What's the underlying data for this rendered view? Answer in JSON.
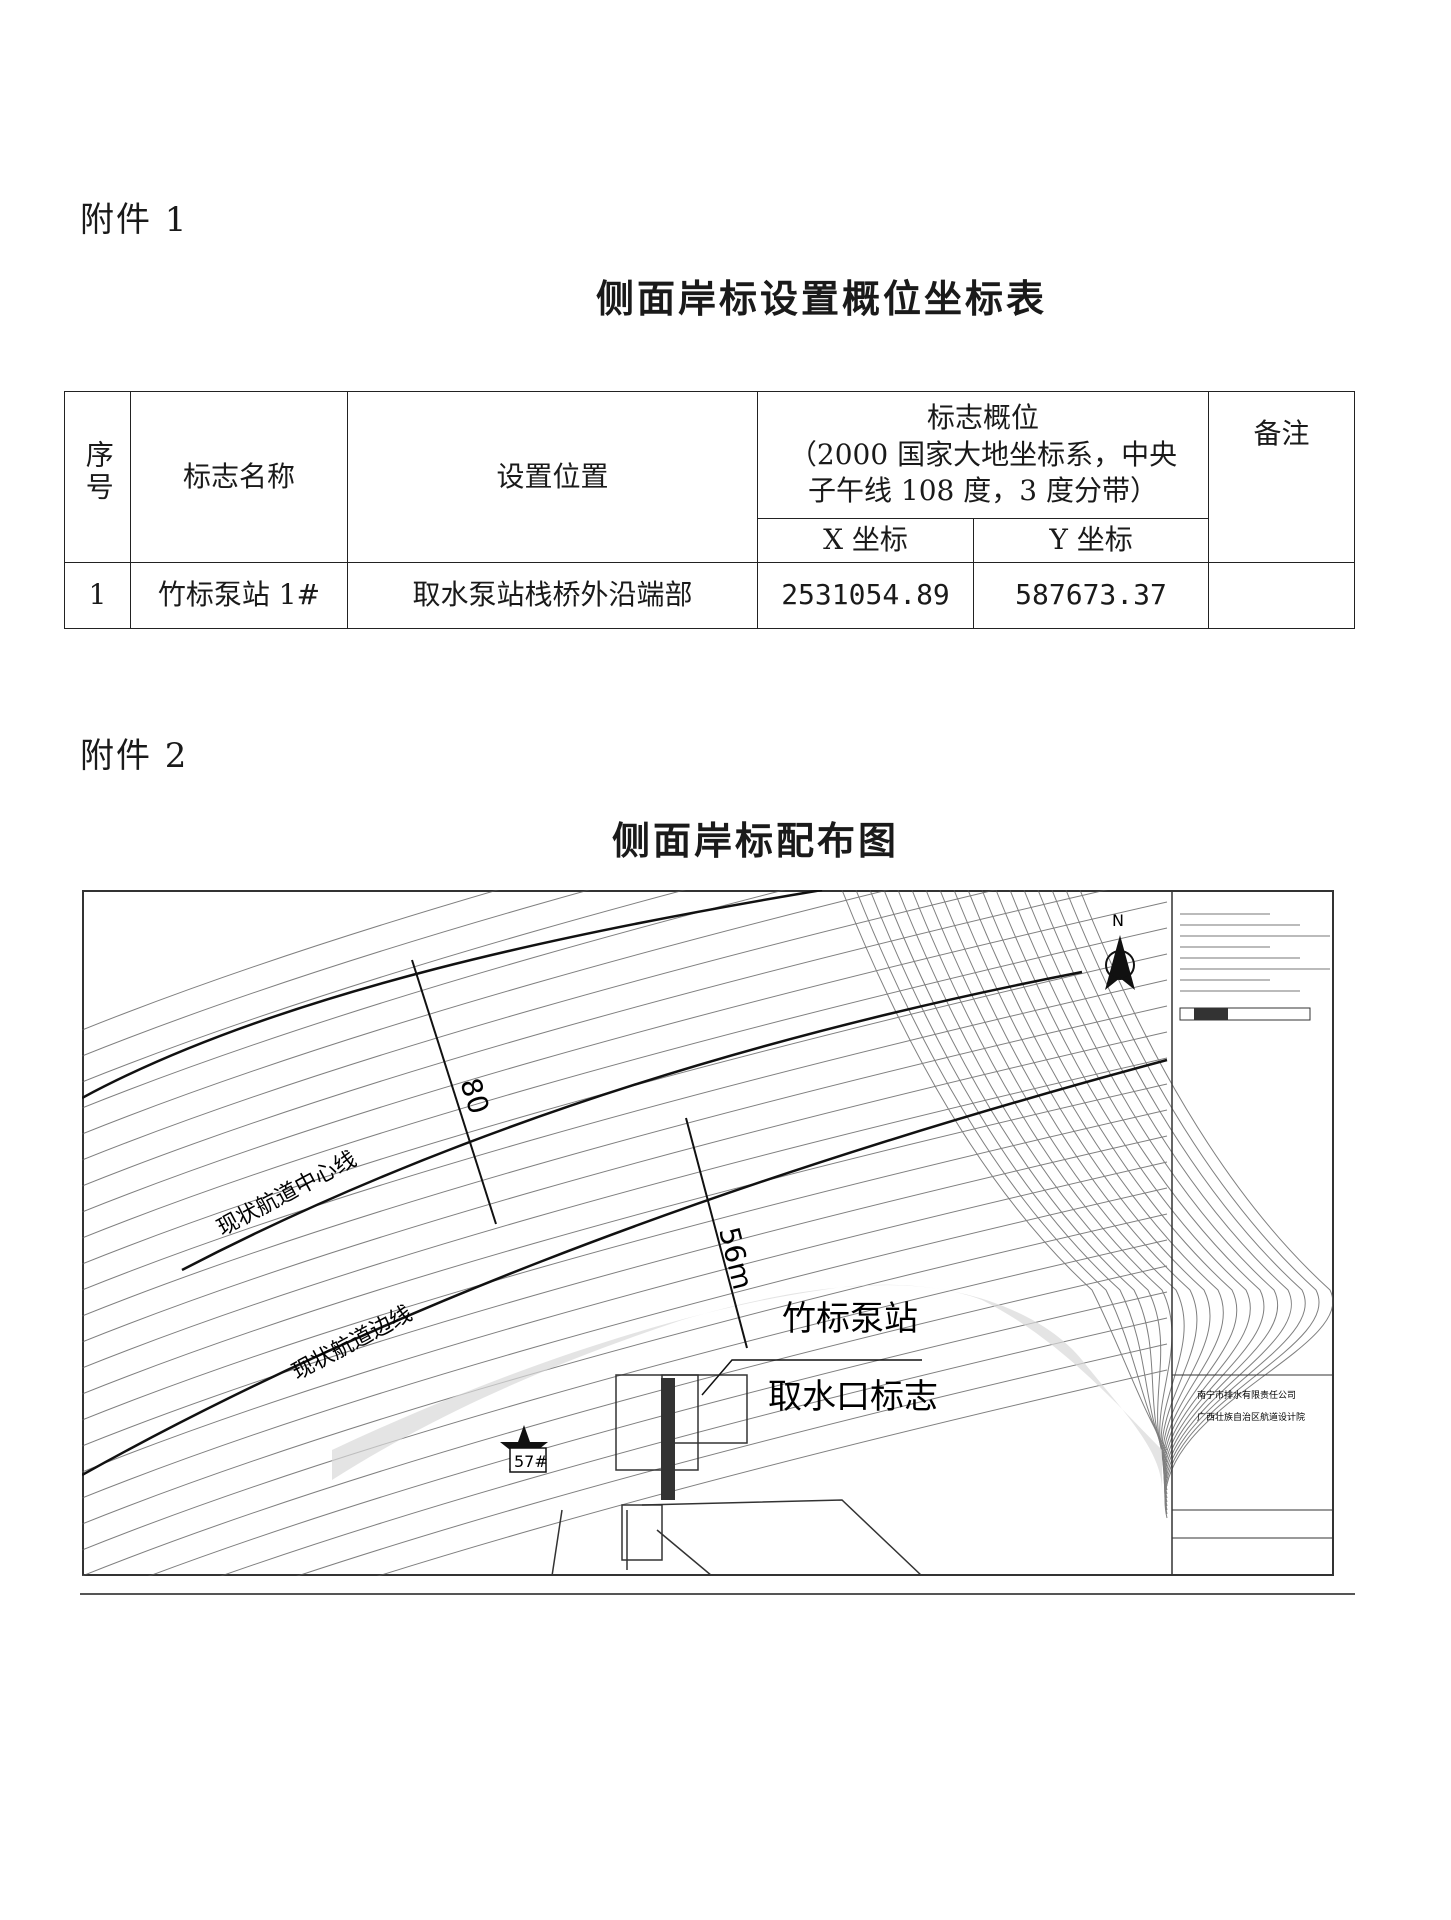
{
  "annex1": {
    "label": "附件 1"
  },
  "table": {
    "title": "侧面岸标设置概位坐标表",
    "headers": {
      "seq": "序号",
      "name": "标志名称",
      "location": "设置位置",
      "position_line1": "标志概位",
      "position_line2": "（2000 国家大地坐标系，中央",
      "position_line3": "子午线 108 度，3 度分带）",
      "x": "X 坐标",
      "y": "Y 坐标",
      "remarks": "备注"
    },
    "rows": [
      {
        "seq": "1",
        "name": "竹标泵站 1#",
        "location": "取水泵站栈桥外沿端部",
        "x": "2531054.89",
        "y": "587673.37",
        "remarks": ""
      }
    ]
  },
  "annex2": {
    "label": "附件 2"
  },
  "map": {
    "title": "侧面岸标配布图",
    "labels": {
      "centerline": "现状航道中心线",
      "sideline": "现状航道边线",
      "dist80": "80",
      "dist56": "56m",
      "station": "竹标泵站",
      "intake": "取水口标志",
      "marker57": "57#",
      "north": "N",
      "company": "南宁市排水有限责任公司",
      "design": "广西壮族自治区航道设计院"
    }
  }
}
